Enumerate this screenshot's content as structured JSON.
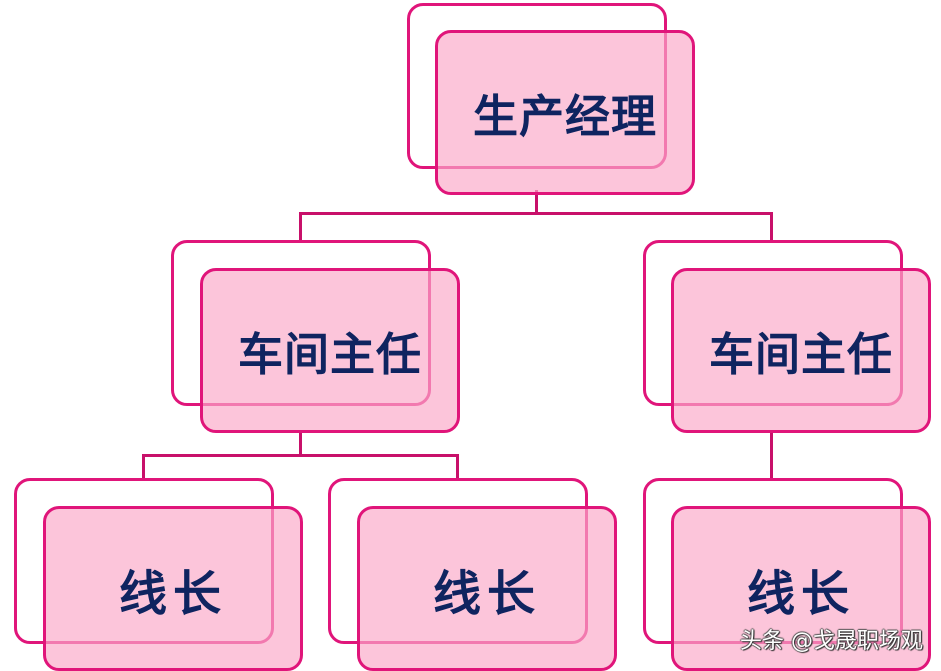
{
  "org_chart": {
    "root": {
      "label": "生产经理"
    },
    "level2": [
      {
        "label": "车间主任"
      },
      {
        "label": "车间主任"
      }
    ],
    "level3": [
      {
        "label": "线长",
        "parent": 0
      },
      {
        "label": "线长",
        "parent": 0
      },
      {
        "label": "线长",
        "parent": 1
      }
    ]
  },
  "colors": {
    "border": "#e0157a",
    "fill": "#f8bcd0",
    "connector": "#c8106a",
    "text": "#0f2460"
  },
  "watermark": "头条 @戈晟职场观"
}
